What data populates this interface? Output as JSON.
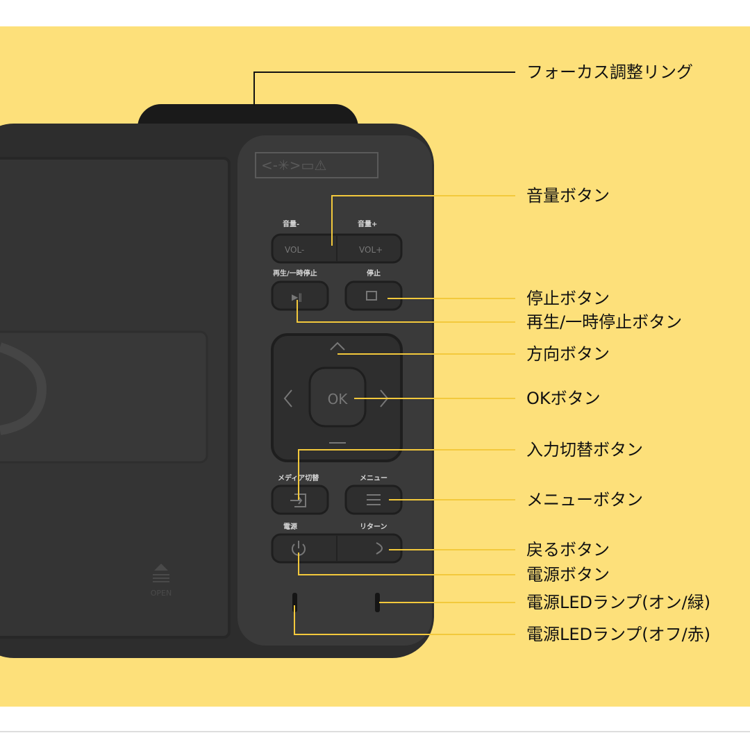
{
  "colors": {
    "background": "#fde07a",
    "device": "#2d2d2d",
    "device_panel": "#3a3a3a",
    "callout_line": "#111111",
    "highlight_line": "#f3c93c"
  },
  "device": {
    "sticker_symbols": "<-✳>▭⚠",
    "vol_minus_label": "音量-",
    "vol_plus_label": "音量+",
    "vol_minus_button": "VOL-",
    "vol_plus_button": "VOL+",
    "play_pause_label": "再生/一時停止",
    "stop_label": "停止",
    "ok_button": "OK",
    "media_switch_label": "メディア切替",
    "menu_label": "メニュー",
    "power_label": "電源",
    "return_label": "リターン",
    "open_label": "OPEN"
  },
  "callouts": [
    {
      "id": "focus-ring",
      "text": "フォーカス調整リング"
    },
    {
      "id": "volume",
      "text": "音量ボタン"
    },
    {
      "id": "stop",
      "text": "停止ボタン"
    },
    {
      "id": "play-pause",
      "text": "再生/一時停止ボタン"
    },
    {
      "id": "direction",
      "text": "方向ボタン"
    },
    {
      "id": "ok",
      "text": "OKボタン"
    },
    {
      "id": "input-switch",
      "text": "入力切替ボタン"
    },
    {
      "id": "menu",
      "text": "メニューボタン"
    },
    {
      "id": "return",
      "text": "戻るボタン"
    },
    {
      "id": "power",
      "text": "電源ボタン"
    },
    {
      "id": "led-on",
      "text": "電源LEDランプ(オン/緑)"
    },
    {
      "id": "led-off",
      "text": "電源LEDランプ(オフ/赤)"
    }
  ]
}
